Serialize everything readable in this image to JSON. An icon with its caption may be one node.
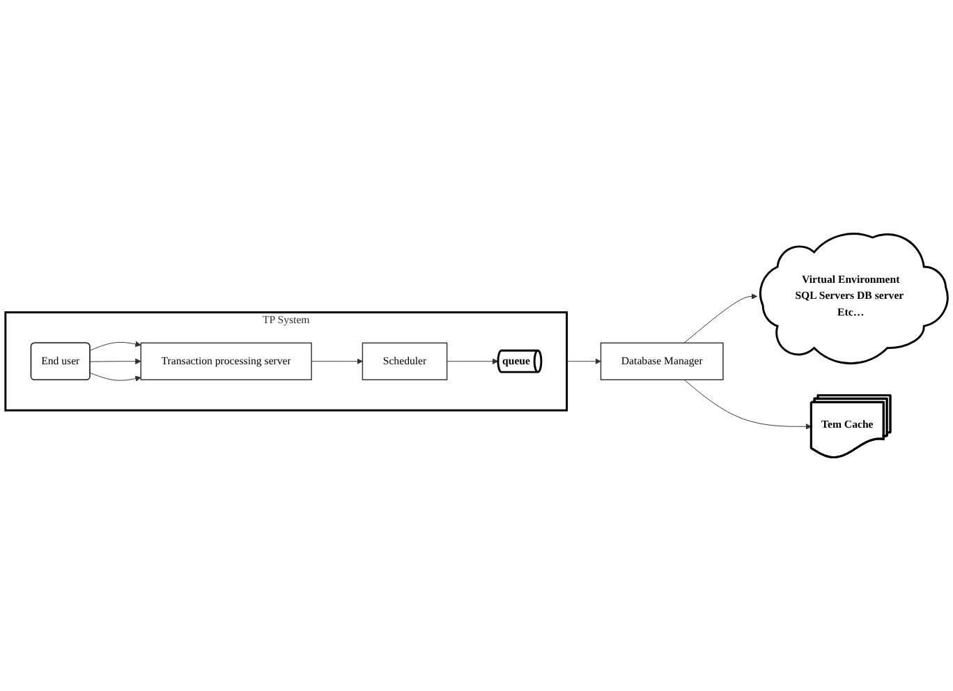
{
  "diagram": {
    "nodes": [
      {
        "text": [
          "TP System"
        ]
      },
      {
        "text": [
          "End user"
        ],
        "in": 0
      },
      {
        "text": [
          "Transaction processing server"
        ],
        "in": 0
      },
      {
        "text": [
          "Scheduler"
        ],
        "in": 0
      },
      {
        "text": [
          "queue"
        ],
        "in": 0
      },
      {
        "text": [
          "Database Manager"
        ]
      },
      {
        "text": [
          "Virtual Environment",
          "SQL Servers DB server Etc…"
        ]
      },
      {
        "text": [
          "Tem Cache"
        ]
      }
    ],
    "edges": [
      {
        "from": 1,
        "to": 2,
        "arrow": "to"
      },
      {
        "from": 1,
        "to": 2,
        "arrow": "to"
      },
      {
        "from": 1,
        "to": 2,
        "arrow": "to"
      },
      {
        "from": 2,
        "to": 3,
        "arrow": "to"
      },
      {
        "from": 3,
        "to": 4,
        "arrow": "to"
      },
      {
        "from": 0,
        "to": 5,
        "arrow": "to"
      },
      {
        "from": 5,
        "to": 6,
        "arrow": "to"
      },
      {
        "from": 5,
        "to": 7,
        "arrow": "to"
      }
    ]
  }
}
